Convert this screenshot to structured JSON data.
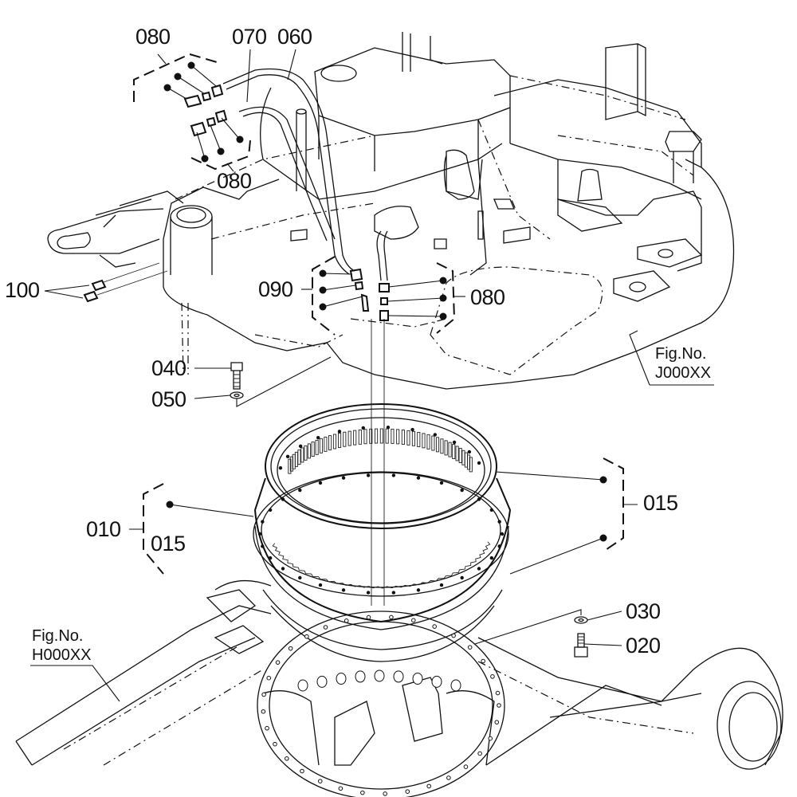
{
  "diagram": {
    "type": "exploded-parts-diagram",
    "subject": "swivel bearing assembly with upper and lower frame",
    "callouts": {
      "c080_top": "080",
      "c070": "070",
      "c060": "060",
      "c080_mid": "080",
      "c100": "100",
      "c090": "090",
      "c080_right": "080",
      "c040": "040",
      "c050": "050",
      "c010": "010",
      "c015_left": "015",
      "c015_right": "015",
      "c030": "030",
      "c020": "020"
    },
    "figure_refs": {
      "upper": {
        "line1": "Fig.No.",
        "line2": "J000XX"
      },
      "lower": {
        "line1": "Fig.No.",
        "line2": "H000XX"
      }
    },
    "colors": {
      "ink": "#111111",
      "paper": "#ffffff"
    }
  }
}
